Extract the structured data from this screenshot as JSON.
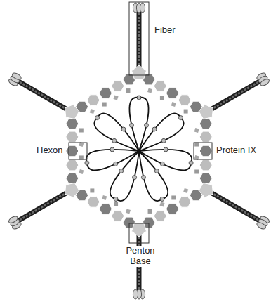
{
  "diagram": {
    "labels": [
      "Fiber",
      "Hexon",
      "Protein IX",
      "Penton Base"
    ]
  }
}
